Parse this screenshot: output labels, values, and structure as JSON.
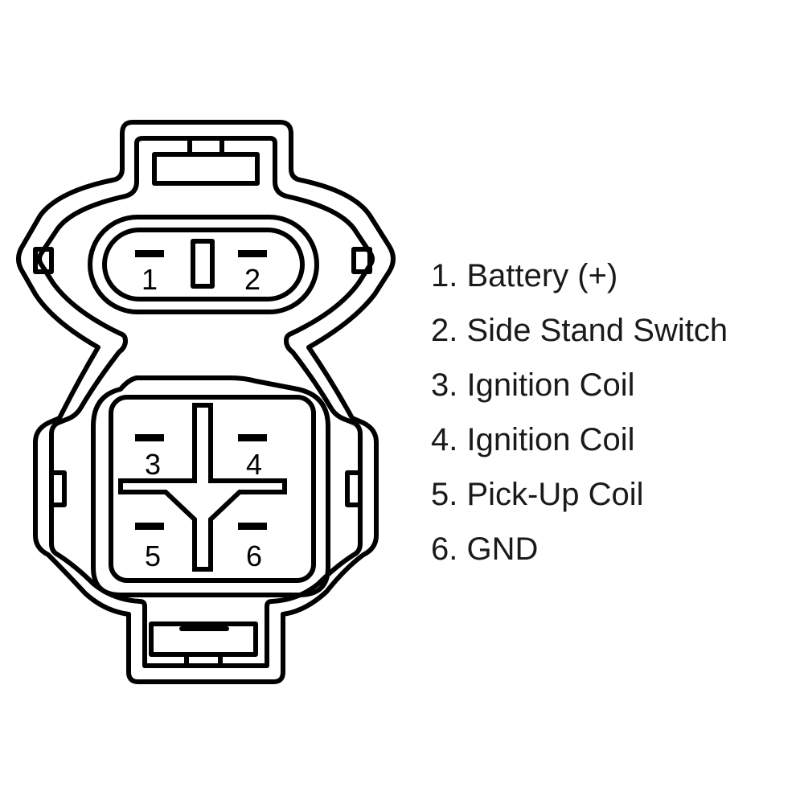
{
  "colors": {
    "line": "#000000",
    "background": "#ffffff",
    "text": "#1a1a1a"
  },
  "connector_upper": {
    "pins": [
      {
        "number": "1"
      },
      {
        "number": "2"
      }
    ]
  },
  "connector_lower": {
    "pins": [
      {
        "number": "3"
      },
      {
        "number": "4"
      },
      {
        "number": "5"
      },
      {
        "number": "6"
      }
    ]
  },
  "legend": {
    "items": [
      {
        "text": "1. Battery (+)"
      },
      {
        "text": "2. Side Stand Switch"
      },
      {
        "text": "3. Ignition Coil"
      },
      {
        "text": "4. Ignition Coil"
      },
      {
        "text": "5. Pick-Up Coil"
      },
      {
        "text": "6. GND"
      }
    ]
  }
}
